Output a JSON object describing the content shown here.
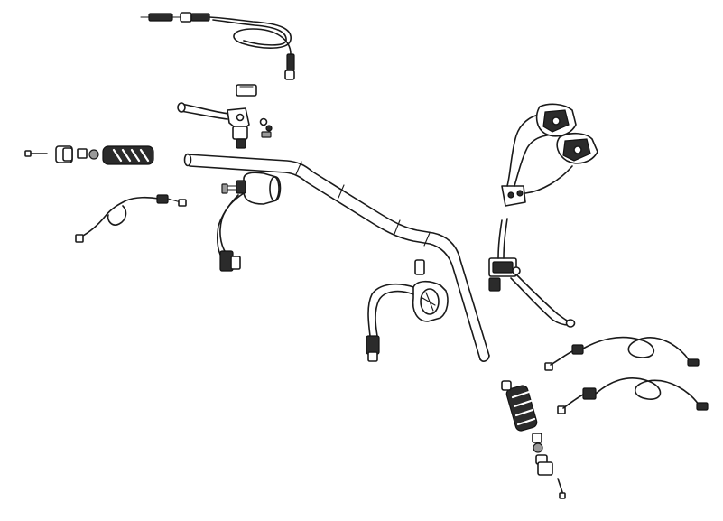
{
  "diagram": {
    "background": "#ffffff",
    "line_color": "#1a1a1a",
    "parts": [
      {
        "name": "throttle-cable",
        "icon": "cable-icon"
      },
      {
        "name": "clutch-lever-assembly",
        "icon": "lever-icon"
      },
      {
        "name": "left-grip-assembly",
        "icon": "grip-icon"
      },
      {
        "name": "clutch-switch-harness",
        "icon": "wire-icon"
      },
      {
        "name": "left-switch-housing",
        "icon": "switch-icon"
      },
      {
        "name": "handlebar",
        "icon": "handlebar-icon"
      },
      {
        "name": "right-switch-housing",
        "icon": "switch-icon"
      },
      {
        "name": "front-brake-master-cylinder",
        "icon": "brake-icon"
      },
      {
        "name": "brake-calipers",
        "icon": "caliper-icon"
      },
      {
        "name": "throttle-cables-right",
        "icon": "cable-icon"
      },
      {
        "name": "right-grip-assembly",
        "icon": "grip-icon"
      }
    ]
  }
}
